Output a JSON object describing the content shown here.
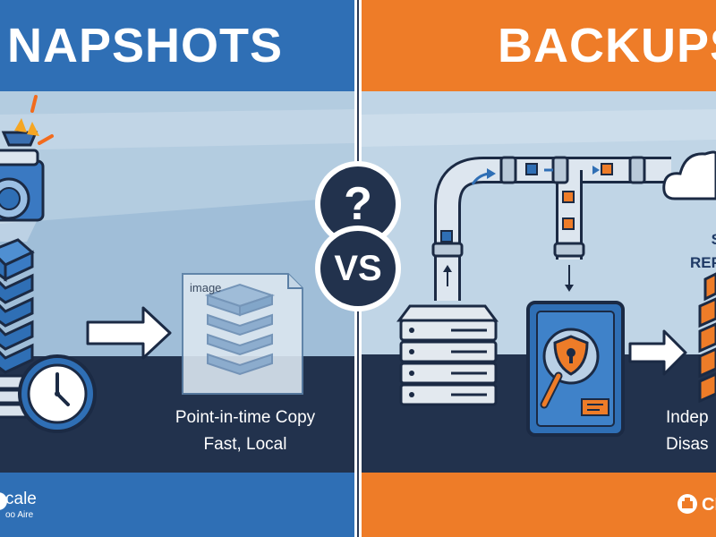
{
  "left": {
    "title": "NAPSHOTS",
    "file_label": "image",
    "caption_line1": "Point-in-time Copy",
    "caption_line2": "Fast, Local",
    "brand_line1": "cale",
    "brand_line2": "oo Aire",
    "colors": {
      "band": "#2f6fb5",
      "panel": "#b3cce0",
      "floor": "#22324d"
    }
  },
  "right": {
    "title": "BACKUPS",
    "side_label1": "S",
    "side_label2": "REP",
    "caption_line1": "Indep",
    "caption_line2": "Disas",
    "brand": "CI",
    "colors": {
      "band": "#ee7c28",
      "panel": "#c0d5e6",
      "floor": "#22324d"
    }
  },
  "center": {
    "question": "?",
    "vs": "VS"
  }
}
